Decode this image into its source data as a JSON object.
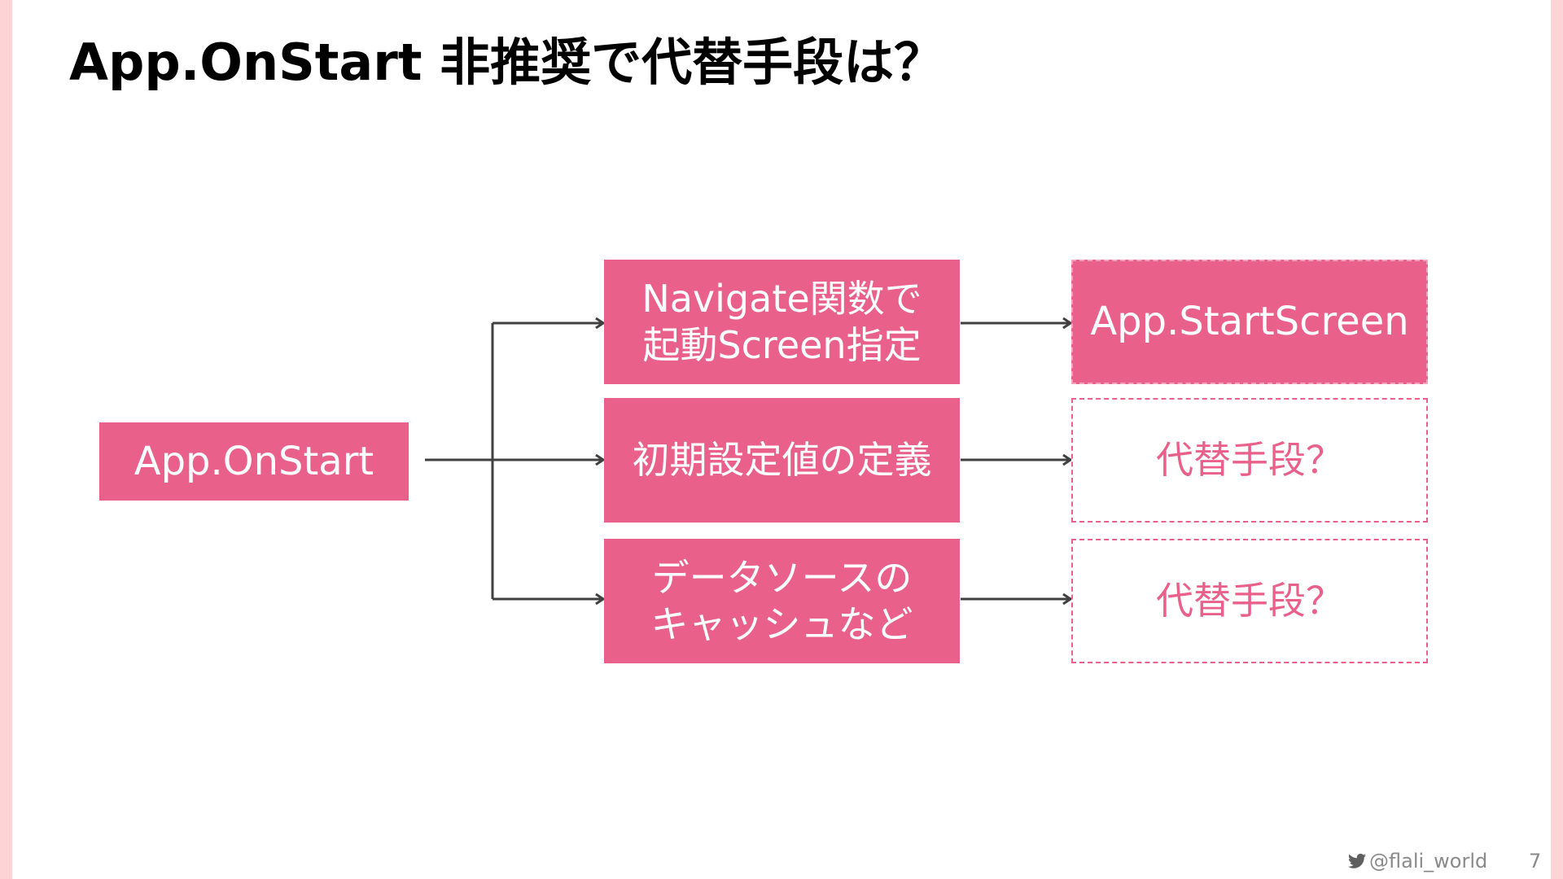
{
  "slide": {
    "title": "App.OnStart 非推奨で代替手段は？",
    "source": "App.OnStart",
    "purposes": [
      {
        "lines": [
          "Navigate関数で",
          "起動Screen指定"
        ]
      },
      {
        "lines": [
          "初期設定値の定義"
        ]
      },
      {
        "lines": [
          "データソースの",
          "キャッシュなど"
        ]
      }
    ],
    "alternatives": [
      {
        "label": "App.StartScreen"
      },
      {
        "label": "代替手段？"
      },
      {
        "label": "代替手段？"
      }
    ]
  },
  "footer": {
    "handle": "@flali_world",
    "handle_icon": "twitter-bird-icon",
    "page_number": "7"
  },
  "colors": {
    "accent": "#e9618a",
    "side_band": "#fdd3d6",
    "connector": "#404040",
    "footer_text": "#8a8a8a"
  }
}
